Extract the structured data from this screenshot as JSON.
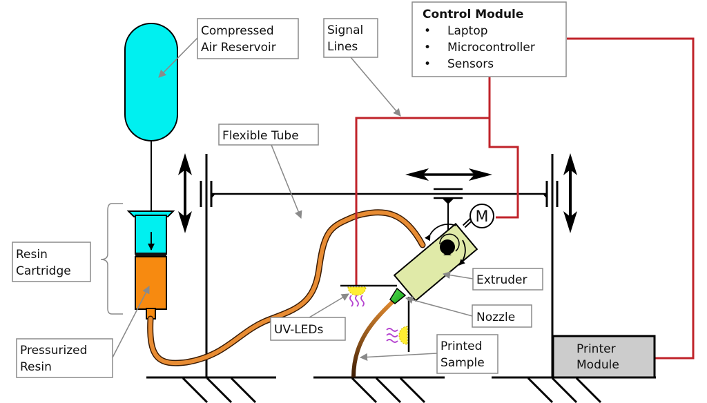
{
  "title": "Pneumatic UV-curing resin extrusion 3D printer schematic",
  "colors": {
    "air": "#00f0f0",
    "resin": "#f78a10",
    "tube": "#e88c33",
    "signal": "#c0232a",
    "extruder": "#e0eaa8",
    "nozzle": "#22c022",
    "uv_led": "#ffee33",
    "uv_wave": "#b544d0",
    "printer_module": "#cccccc",
    "label_border": "#8a8a8a",
    "pointer": "#8a8a8a"
  },
  "labels": {
    "compressed_air": [
      "Compressed",
      "Air Reservoir"
    ],
    "signal_lines": [
      "Signal",
      "Lines"
    ],
    "flexible_tube": "Flexible Tube",
    "resin_cartridge": [
      "Resin",
      "Cartridge"
    ],
    "pressurized_resin": [
      "Pressurized",
      "Resin"
    ],
    "uv_leds": "UV-LEDs",
    "extruder": "Extruder",
    "nozzle": "Nozzle",
    "printed_sample": [
      "Printed",
      "Sample"
    ],
    "printer_module": [
      "Printer",
      "Module"
    ],
    "motor": "M"
  },
  "control_module": {
    "title": "Control Module",
    "bullet": "•",
    "items": [
      "Laptop",
      "Microcontroller",
      "Sensors"
    ]
  },
  "icons": {
    "vertical_motion_left": "double-arrow-vertical-icon",
    "vertical_motion_right": "double-arrow-vertical-icon",
    "horizontal_motion": "double-arrow-horizontal-icon",
    "motor": "motor-icon",
    "ground": "ground-hatch-icon",
    "uv_light": "uv-wave-icon"
  }
}
